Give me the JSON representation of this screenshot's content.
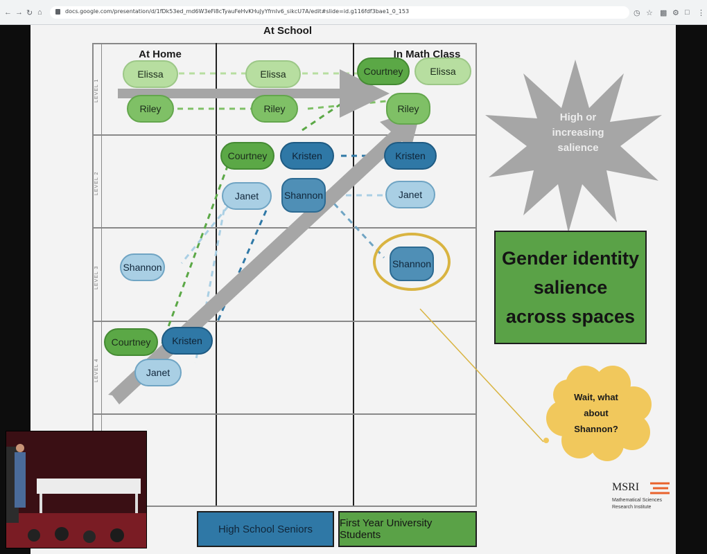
{
  "browser": {
    "url": "docs.google.com/presentation/d/1fDk53ed_md6W3eFi8cTyauFeHvKHuJyYfrnIv6_sikcU7A/edit#slide=id.g116fdf3bae1_0_153",
    "nav_icons": [
      "back-icon",
      "forward-icon",
      "reload-icon",
      "home-icon"
    ],
    "ext_icons": [
      "share-icon",
      "star-icon",
      "extension-icon",
      "puzzle-icon",
      "profile-icon",
      "menu-icon"
    ]
  },
  "slide": {
    "columns": [
      "At Home",
      "At School",
      "In Math Class"
    ],
    "levels": [
      "LEVEL 1",
      "LEVEL 2",
      "LEVEL 3",
      "LEVEL 4"
    ],
    "pills": {
      "home_elissa": "Elissa",
      "home_riley": "Riley",
      "home_shannon": "Shannon",
      "home_courtney": "Courtney",
      "home_kristen": "Kristen",
      "home_janet": "Janet",
      "school_elissa": "Elissa",
      "school_riley": "Riley",
      "school_courtney": "Courtney",
      "school_kristen": "Kristen",
      "school_janet": "Janet",
      "school_shannon": "Shannon",
      "math_courtney": "Courtney",
      "math_elissa": "Elissa",
      "math_riley": "Riley",
      "math_kristen": "Kristen",
      "math_janet": "Janet",
      "math_shannon": "Shannon"
    },
    "starburst_text": "High or increasing salience",
    "title_box": "Gender identity salience across spaces",
    "cloud_text": "Wait, what about Shannon?",
    "legend": {
      "seniors": "High School Seniors",
      "first_year": "First Year University Students"
    },
    "colors": {
      "senior_blue": "#2f78a6",
      "first_year_green": "#5aa247",
      "highlight_circle": "#d9b441",
      "arrow_gray": "#a6a6a6"
    }
  },
  "logo": {
    "title": "MSRI",
    "subtitle": "Mathematical Sciences Research Institute"
  }
}
